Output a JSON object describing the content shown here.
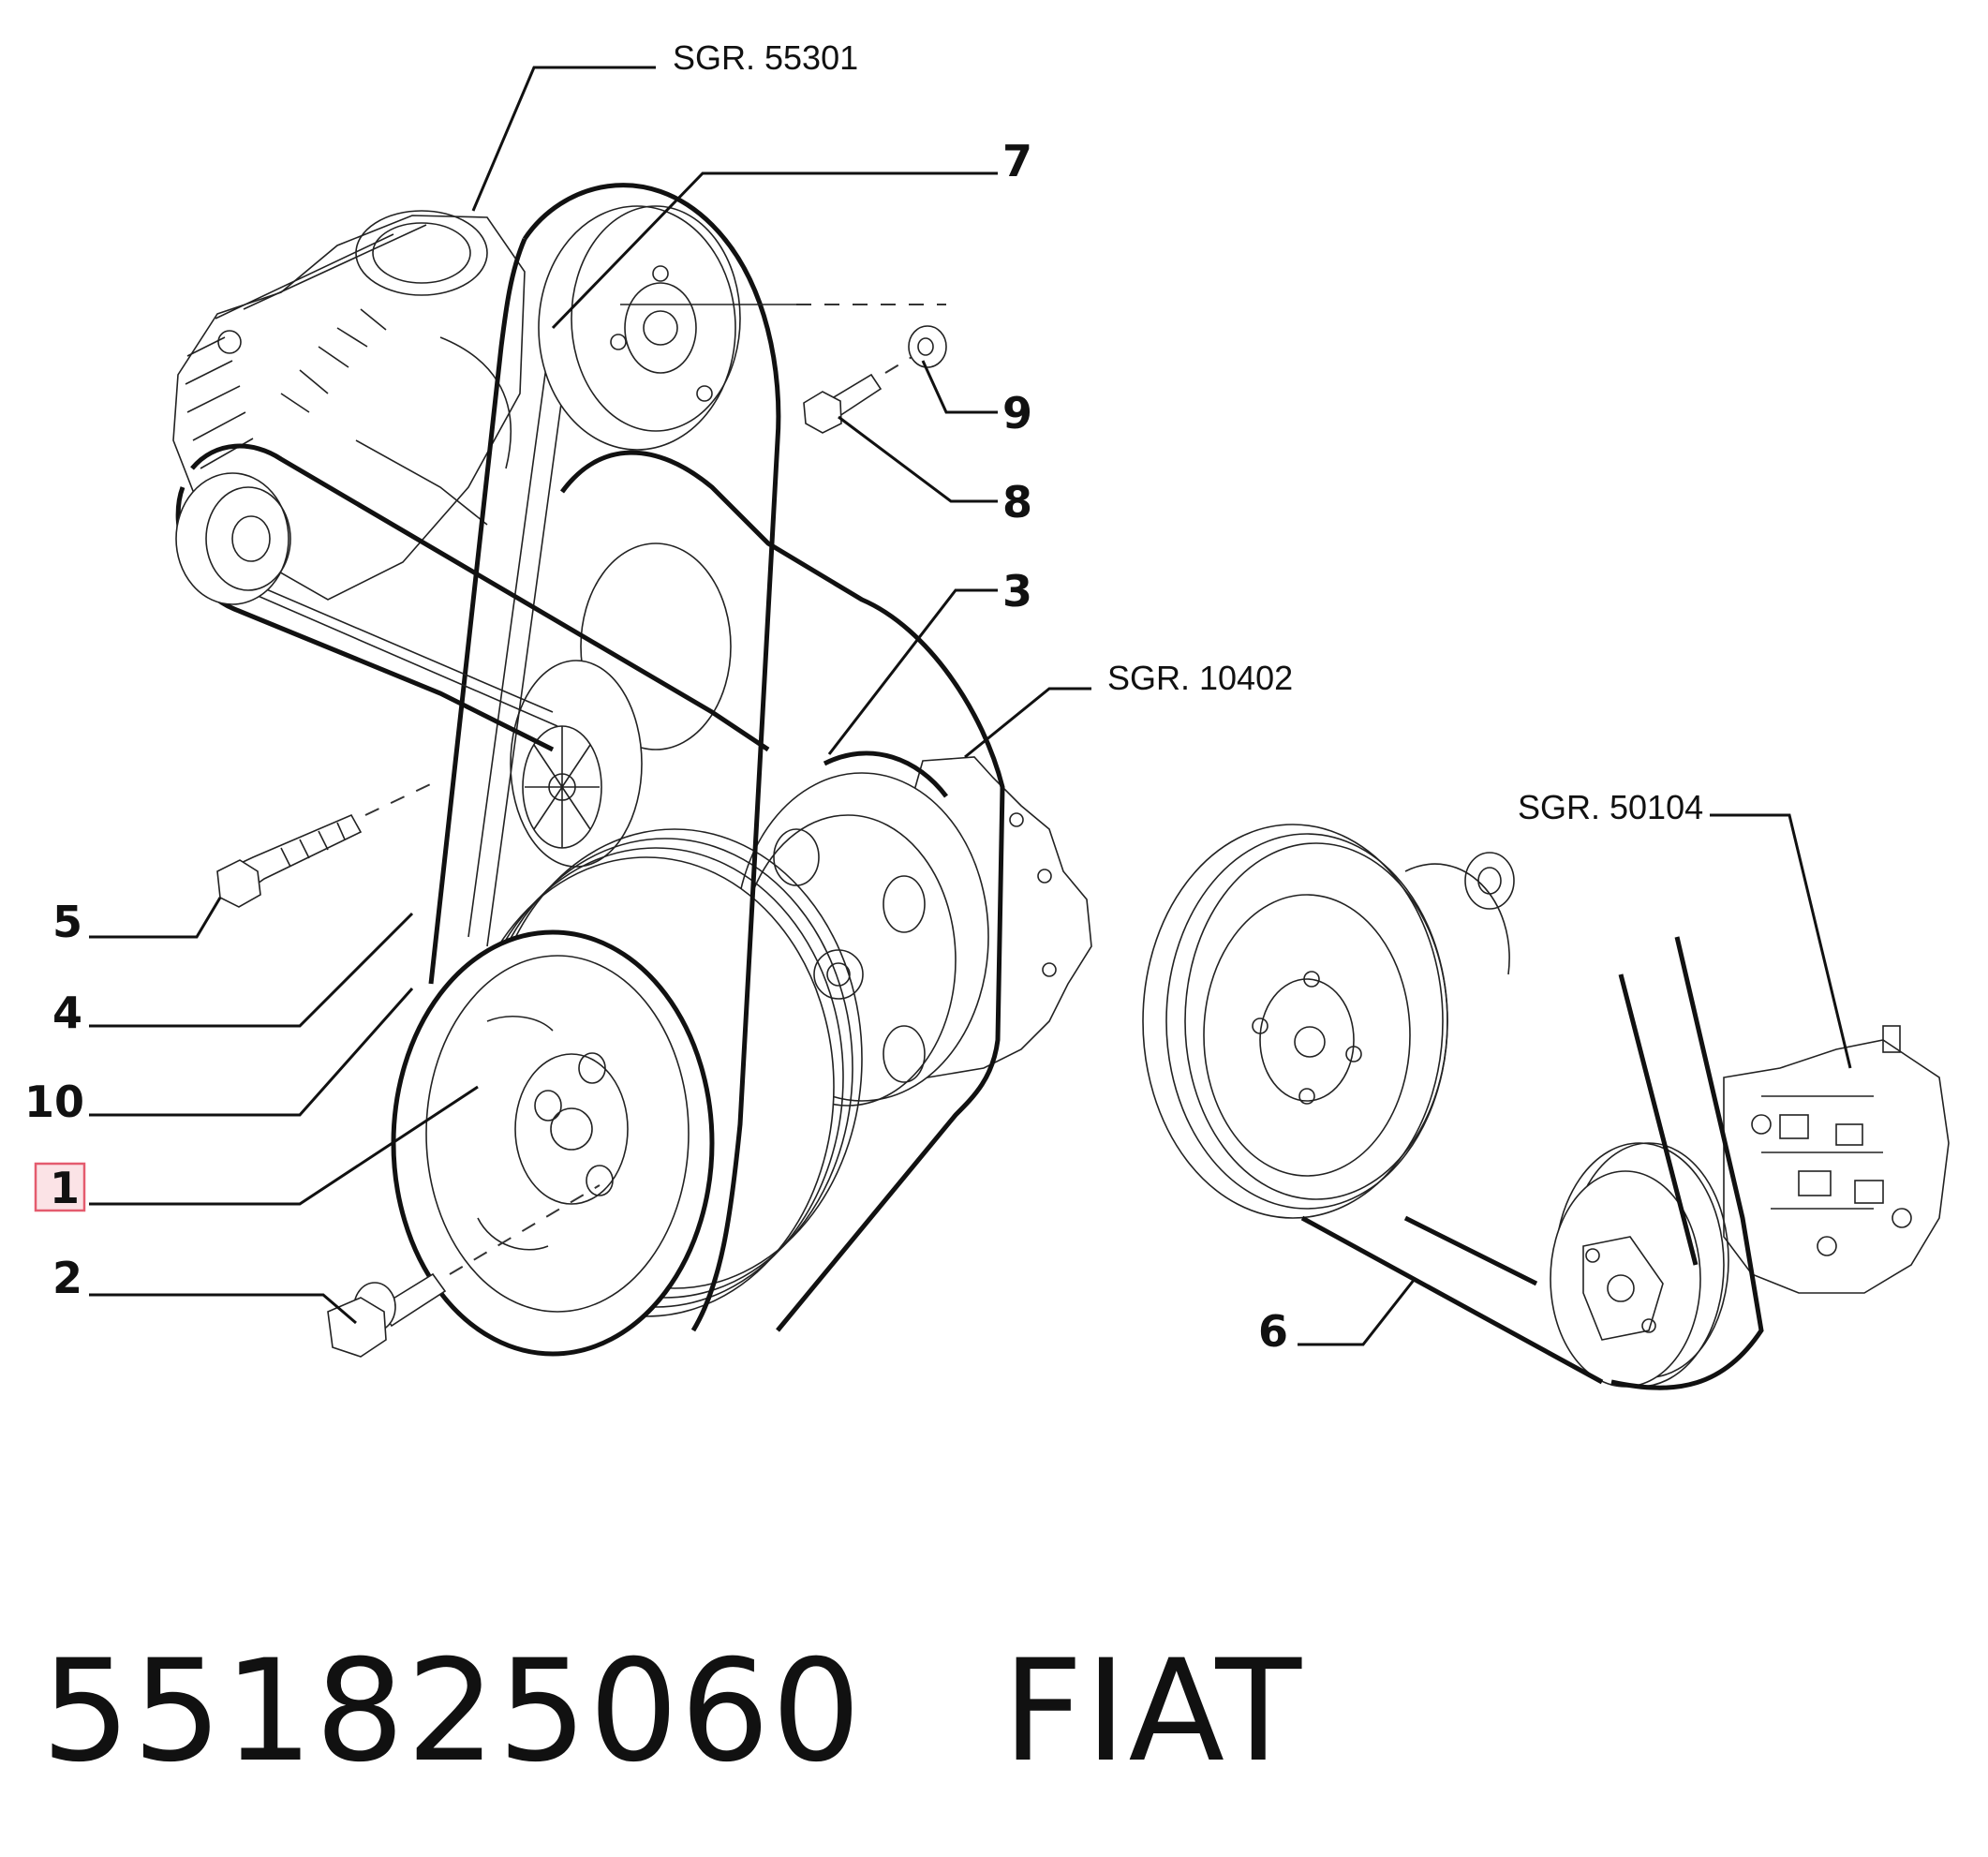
{
  "references": {
    "alternator": "SGR. 55301",
    "compressor": "SGR. 10402",
    "pump": "SGR. 50104"
  },
  "callouts": {
    "c1": "1",
    "c2": "2",
    "c3": "3",
    "c4": "4",
    "c5": "5",
    "c6": "6",
    "c7": "7",
    "c8": "8",
    "c9": "9",
    "c10": "10"
  },
  "highlighted_callout": "1",
  "highlight_color": "#e45b6e",
  "footer": {
    "part_number": "551825060",
    "brand": "FIAT"
  }
}
